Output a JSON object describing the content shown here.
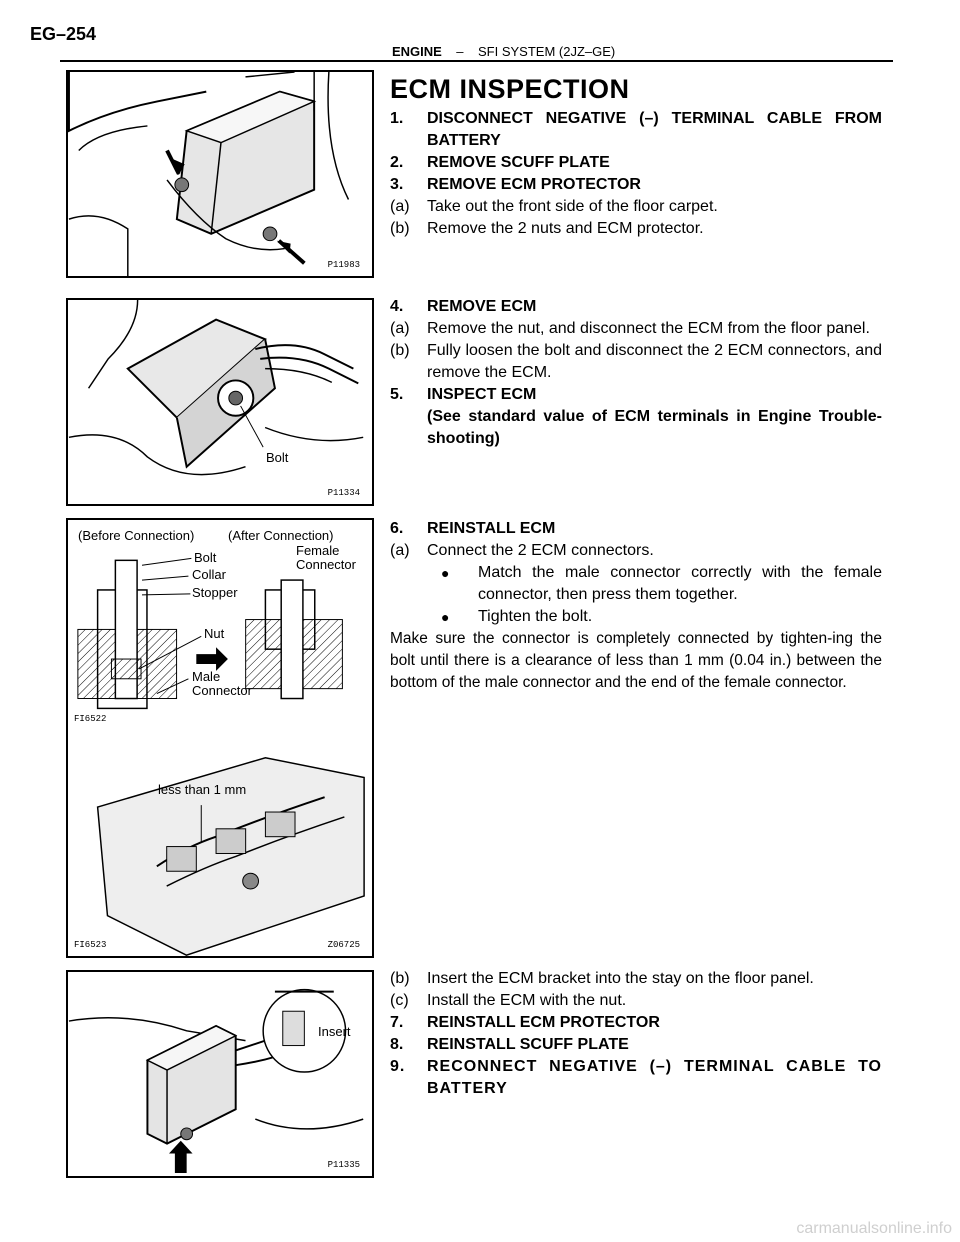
{
  "header": {
    "page_number": "EG–254",
    "section": "ENGINE",
    "separator": "–",
    "subsection": "SFI SYSTEM (2JZ–GE)"
  },
  "title": "ECM INSPECTION",
  "block1": [
    {
      "num": "1.",
      "text": "DISCONNECT NEGATIVE (–) TERMINAL CABLE FROM BATTERY",
      "bold": true
    },
    {
      "num": "2.",
      "text": "REMOVE SCUFF PLATE",
      "bold": true
    },
    {
      "num": "3.",
      "text": "REMOVE ECM PROTECTOR",
      "bold": true
    },
    {
      "num": "(a)",
      "text": "Take out the front side of the floor carpet.",
      "bold": false
    },
    {
      "num": "(b)",
      "text": "Remove the 2 nuts and ECM protector.",
      "bold": false
    }
  ],
  "block2": [
    {
      "num": "4.",
      "text": "REMOVE ECM",
      "bold": true
    },
    {
      "num": "(a)",
      "text": "Remove the nut, and disconnect the ECM from the floor panel.",
      "bold": false
    },
    {
      "num": "(b)",
      "text": "Fully loosen the bolt and disconnect the 2 ECM connectors, and remove the ECM.",
      "bold": false
    },
    {
      "num": "5.",
      "text": "INSPECT ECM",
      "bold": true
    },
    {
      "num": "",
      "text": "(See standard value of ECM terminals in Engine Trouble-shooting)",
      "bold": true
    }
  ],
  "block3": {
    "step6": {
      "num": "6.",
      "text": "REINSTALL ECM"
    },
    "step6a": {
      "num": "(a)",
      "text": "Connect the 2 ECM connectors."
    },
    "bullets": [
      "Match the male connector correctly with the female connector, then press them together.",
      "Tighten the bolt."
    ],
    "bullet_symbol": "●",
    "note": "Make sure the connector is completely connected by tighten-ing the bolt until there is a clearance of less than 1 mm (0.04 in.) between the bottom of the male connector and the end of the female connector."
  },
  "block4": [
    {
      "num": "(b)",
      "text": "Insert the ECM bracket into the stay on the floor panel.",
      "bold": false
    },
    {
      "num": "(c)",
      "text": "Install the ECM with the nut.",
      "bold": false
    },
    {
      "num": "7.",
      "text": "REINSTALL ECM PROTECTOR",
      "bold": true
    },
    {
      "num": "8.",
      "text": "REINSTALL SCUFF PLATE",
      "bold": true
    },
    {
      "num": "9.",
      "text": "RECONNECT NEGATIVE (–) TERMINAL CABLE TO BATTERY",
      "bold": true
    }
  ],
  "figures": {
    "fig1": {
      "code": "P11983"
    },
    "fig2": {
      "code": "P11334",
      "label_bolt": "Bolt"
    },
    "fig3": {
      "code_left_top": "FI6522",
      "code_left_bottom": "FI6523",
      "code_right_bottom": "Z06725",
      "before": "(Before Connection)",
      "after": "(After Connection)",
      "bolt": "Bolt",
      "collar": "Collar",
      "stopper": "Stopper",
      "nut": "Nut",
      "male": "Male",
      "male2": "Connector",
      "female": "Female",
      "female2": "Connector",
      "less": "less than 1 mm"
    },
    "fig4": {
      "code": "P11335",
      "insert": "Insert"
    }
  },
  "watermark": "carmanualsonline.info"
}
